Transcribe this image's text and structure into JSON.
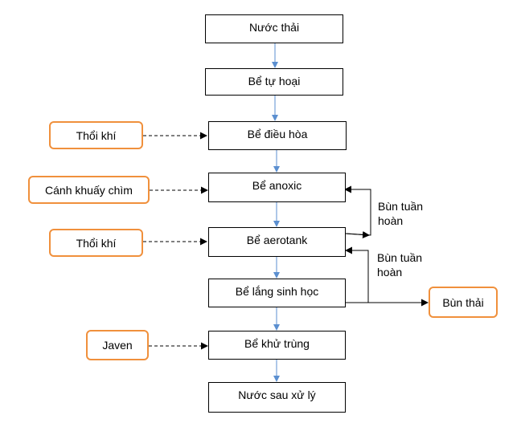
{
  "main_steps": [
    "Nước thải",
    "Bể tự hoại",
    "Bể điều hòa",
    "Bể anoxic",
    "Bể aerotank",
    "Bể lắng sinh học",
    "Bể khử trùng",
    "Nước sau xử lý"
  ],
  "inputs": {
    "aeration_1": "Thổi khí",
    "mixer": "Cánh khuấy chìm",
    "aeration_2": "Thổi khí",
    "javen": "Javen"
  },
  "outputs": {
    "waste_sludge": "Bùn thải"
  },
  "recycle_labels": {
    "upper": {
      "line1": "Bùn tuần",
      "line2": "hoàn"
    },
    "lower": {
      "line1": "Bùn tuần",
      "line2": "hoàn"
    }
  },
  "colors": {
    "flow_arrow": "#5b8fd0",
    "input_border": "#f0903c",
    "box_border": "#000000"
  }
}
